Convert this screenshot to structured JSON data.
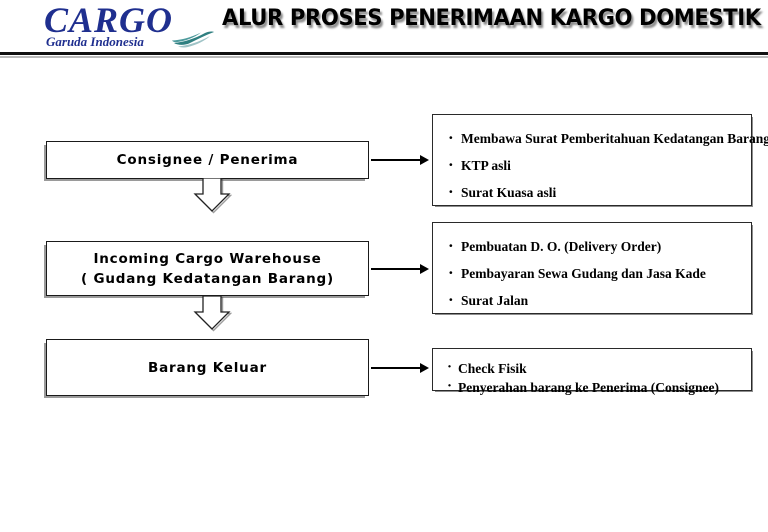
{
  "header": {
    "logo": {
      "brand": "CARGO",
      "subtitle": "Garuda Indonesia",
      "bird_icon": "garuda-wing-icon",
      "brand_color": "#1f2f8f",
      "bird_color": "#2f7f80"
    },
    "title": "ALUR PROSES PENERIMAAN KARGO DOMESTIK"
  },
  "flow": {
    "stages": [
      {
        "label": "Consignee / Penerima"
      },
      {
        "label": "Incoming Cargo Warehouse\n( Gudang Kedatangan Barang)"
      },
      {
        "label": "Barang Keluar"
      }
    ],
    "details": [
      {
        "items": [
          "Membawa Surat Pemberitahuan Kedatangan Barang",
          "KTP asli",
          "Surat Kuasa asli"
        ]
      },
      {
        "items": [
          "Pembuatan D. O. (Delivery Order)",
          "Pembayaran Sewa Gudang dan Jasa Kade",
          "Surat Jalan"
        ]
      },
      {
        "items": [
          "Check Fisik",
          "Penyerahan barang ke Penerima (Consignee)"
        ]
      }
    ],
    "connectors": {
      "horizontal_icon": "arrow-right-icon",
      "vertical_icon": "block-arrow-down-icon"
    }
  }
}
